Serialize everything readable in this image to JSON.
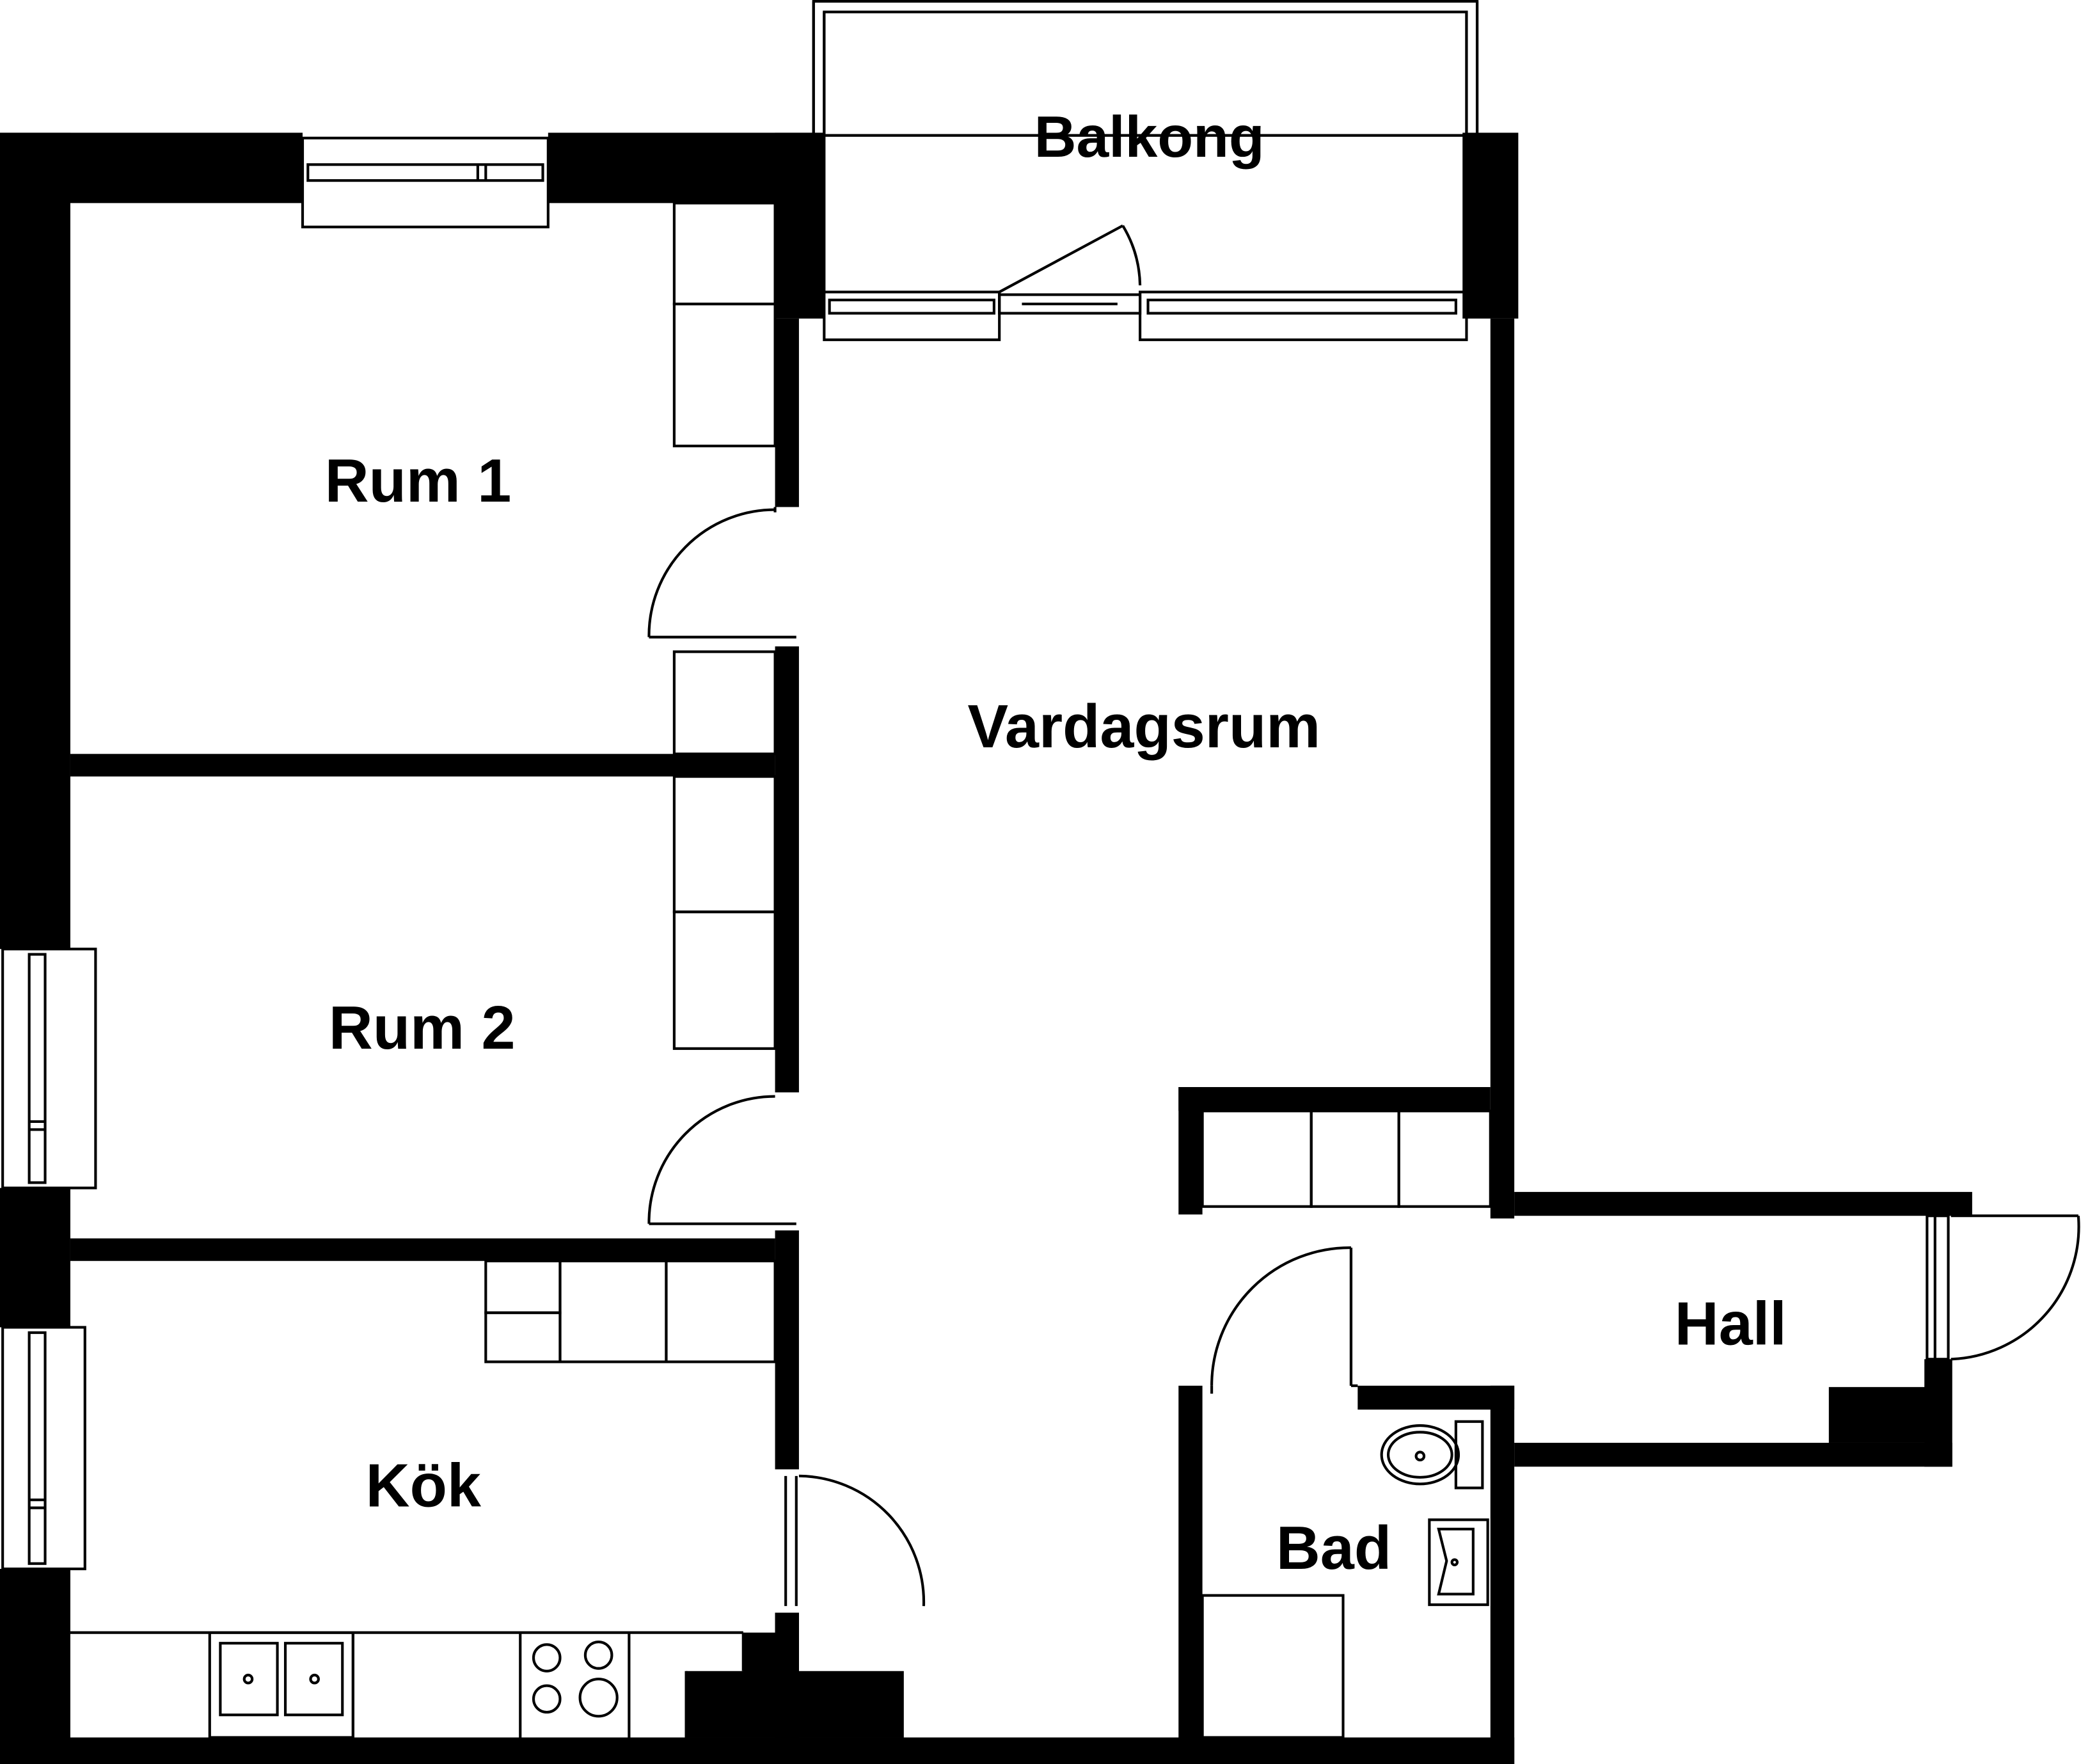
{
  "rooms": {
    "balcony": "Balkong",
    "room1": "Rum 1",
    "living": "Vardagsrum",
    "room2": "Rum 2",
    "kitchen": "Kök",
    "hall": "Hall",
    "bath": "Bad"
  },
  "colors": {
    "wall": "#000000",
    "line": "#000000",
    "background": "#ffffff"
  }
}
